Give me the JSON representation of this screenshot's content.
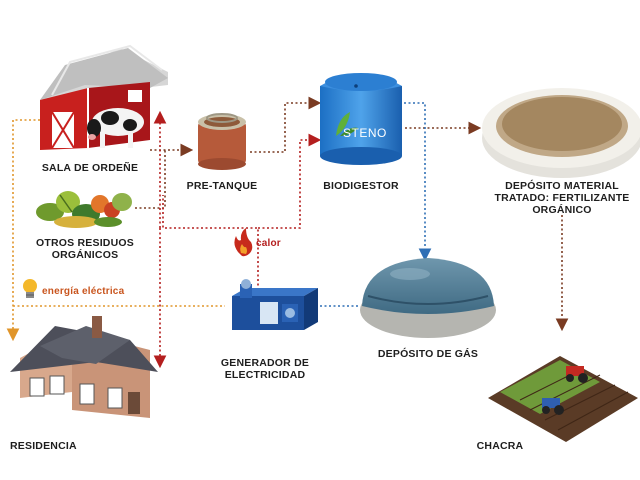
{
  "nodes": {
    "sala_ordene": {
      "label": "SALA DE ORDEÑE"
    },
    "pre_tanque": {
      "label": "PRE-TANQUE"
    },
    "biodigestor": {
      "label": "BIODIGESTOR",
      "brand": "STENO"
    },
    "deposito_material": {
      "label_line1": "DEPÓSITO MATERIAL",
      "label_line2": "TRATADO: FERTILIZANTE",
      "label_line3": "ORGÁNICO"
    },
    "otros_residuos": {
      "label_line1": "OTROS RESIDUOS",
      "label_line2": "ORGÁNICOS"
    },
    "deposito_gas": {
      "label": "DEPÓSITO DE GÁS"
    },
    "generador": {
      "label_line1": "GENERADOR DE",
      "label_line2": "ELECTRICIDAD"
    },
    "residencia": {
      "label": "RESIDENCIA"
    },
    "chacra": {
      "label": "CHACRA"
    }
  },
  "flows": {
    "calor": {
      "label": "calor",
      "color": "#b41e1e"
    },
    "energia": {
      "label": "energía eléctrica",
      "color": "#e0952a"
    },
    "waste_color": "#7a3b22",
    "gas_color": "#2f6fb5"
  },
  "icons": [
    "flame-icon",
    "lightbulb-icon"
  ]
}
